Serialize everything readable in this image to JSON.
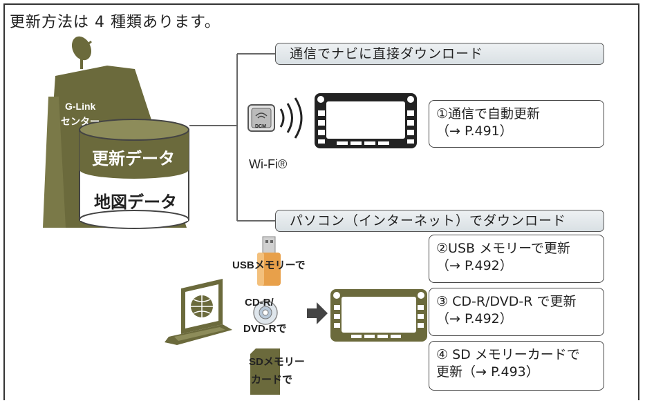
{
  "heading": "更新方法は 4 種類あります。",
  "center_label_line1": "G-Link",
  "center_label_line2": "センター",
  "update_data_label": "更新データ",
  "map_data_label": "地図データ",
  "banner_direct": "通信でナビに直接ダウンロード",
  "banner_pc": "パソコン（インターネット）でダウンロード",
  "wifi_label": "Wi-Fi®",
  "dcm_label": "DCM",
  "usb_label": "USBメモリーで",
  "cd_label_line1": "CD-R/",
  "cd_label_line2": "DVD-Rで",
  "sd_label_line1": "SDメモリー",
  "sd_label_line2": "カードで",
  "methods": [
    {
      "line1": "①通信で自動更新",
      "line2": "（→ P.491）"
    },
    {
      "line1": "②USB メモリーで更新",
      "line2": "（→ P.492）"
    },
    {
      "line1": "③ CD-R/DVD-R で更新",
      "line2": "（→ P.492）"
    },
    {
      "line1": "④ SD メモリーカードで",
      "line2": "更新（→ P.493）"
    }
  ],
  "colors": {
    "olive": "#6b6a3c",
    "olive_dark": "#4f4e2b",
    "orange": "#e8a04a",
    "banner_bg": "#dde3e7"
  }
}
